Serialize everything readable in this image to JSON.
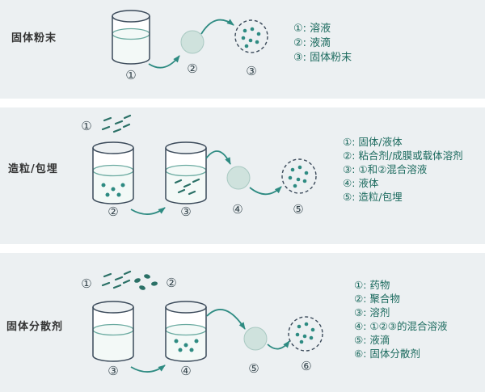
{
  "colors": {
    "panel-bg": "#ecf0f2",
    "ink": "#3b4a5a",
    "teal": "#2e8b82",
    "teal-soft": "#6aaaa0",
    "teal-dark": "#2a7066",
    "liquid": "#f3f9f7",
    "droplet": "#cfe2dd",
    "droplet-edge": "#a9c9c2",
    "legend-text": "#1b6a5e",
    "label-text": "#333333",
    "step-text": "#37474f"
  },
  "sections": [
    {
      "label": "固体粉末",
      "steps": [
        "①",
        "②",
        "③"
      ],
      "legend": [
        "①: 溶液",
        "②: 液滴",
        "③: 固体粉末"
      ]
    },
    {
      "label": "造粒/包埋",
      "steps": [
        "①",
        "②",
        "③",
        "④",
        "⑤"
      ],
      "legend": [
        "①: 固体/液体",
        "②: 粘合剂/成膜或载体溶剂",
        "③: ①和②混合溶液",
        "④: 液体",
        "⑤: 造粒/包埋"
      ]
    },
    {
      "label": "固体分散剂",
      "steps": [
        "①",
        "②",
        "③",
        "④",
        "⑤",
        "⑥"
      ],
      "legend": [
        "①: 药物",
        "②: 聚合物",
        "③: 溶剂",
        "④: ①②③的混合溶液",
        "⑤: 液滴",
        "⑥: 固体分散剂"
      ]
    }
  ]
}
